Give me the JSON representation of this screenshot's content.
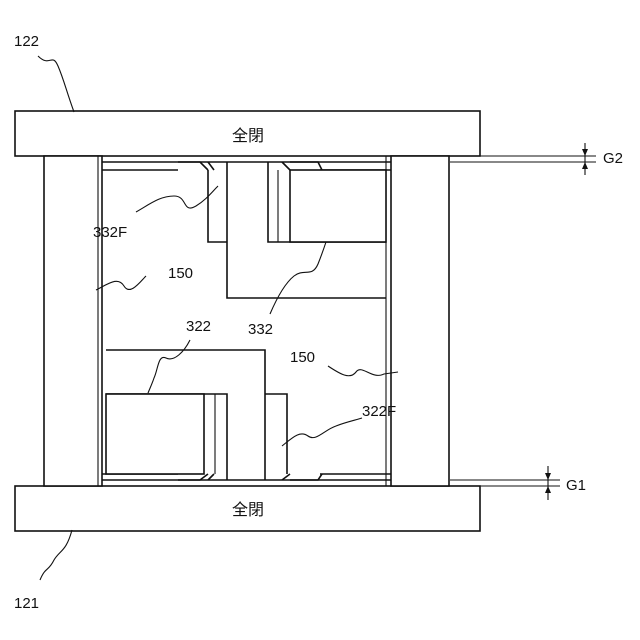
{
  "plates": {
    "top_state": "全閉",
    "bottom_state": "全閉"
  },
  "labels": {
    "top_plate": "122",
    "bottom_plate": "121",
    "gap_top": "G2",
    "gap_bottom": "G1",
    "flange_upper": "332F",
    "flange_lower": "322F",
    "spacer_left": "150",
    "spacer_right": "150",
    "block_upper": "332",
    "block_lower": "322"
  }
}
